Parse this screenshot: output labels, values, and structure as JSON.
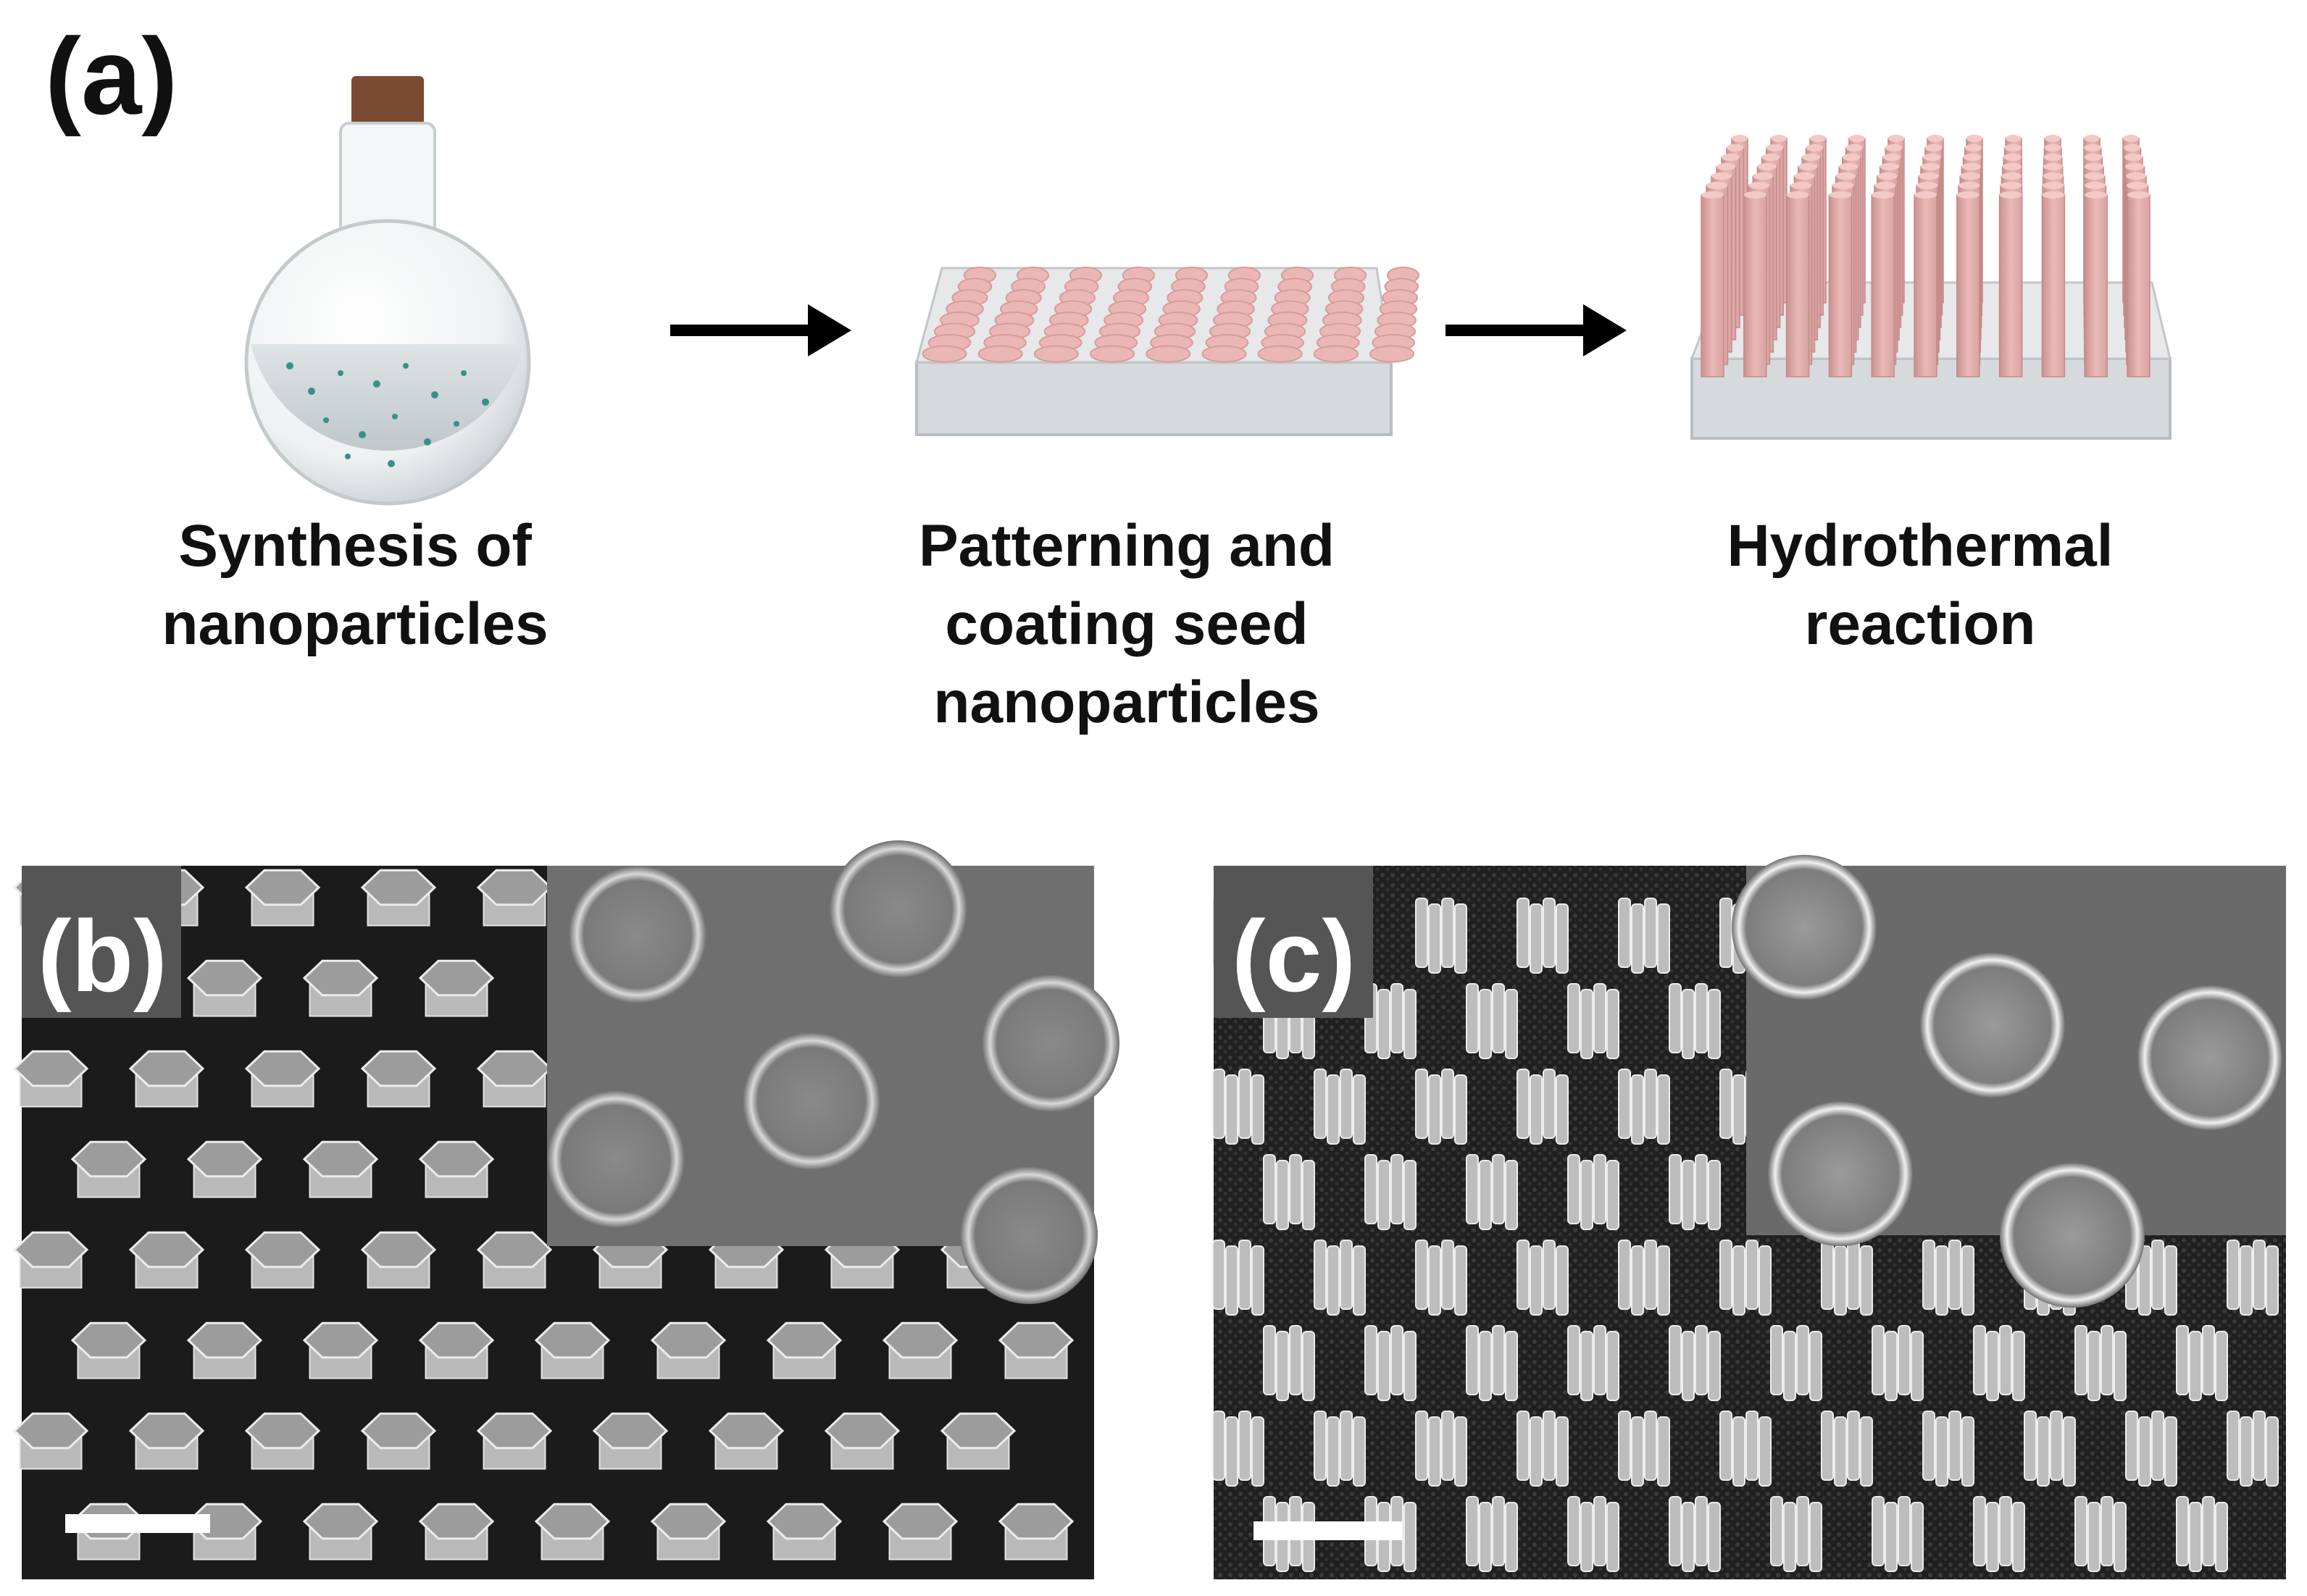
{
  "panel_a": {
    "label": "(a)",
    "steps": [
      {
        "lines": [
          "Synthesis of",
          "nanoparticles"
        ]
      },
      {
        "lines": [
          "Patterning and",
          "coating seed",
          "nanoparticles"
        ]
      },
      {
        "lines": [
          "Hydrothermal",
          "reaction"
        ]
      }
    ]
  },
  "panel_b": {
    "label": "(b)"
  },
  "panel_c": {
    "label": "(c)"
  },
  "colors": {
    "pink": "#e8b7b5",
    "glass": "#d9dcdf",
    "arrow": "#000000",
    "sem_bg": "#1c1c1c",
    "sem_pillar": "#c8c8c8",
    "label_box": "#555555"
  }
}
